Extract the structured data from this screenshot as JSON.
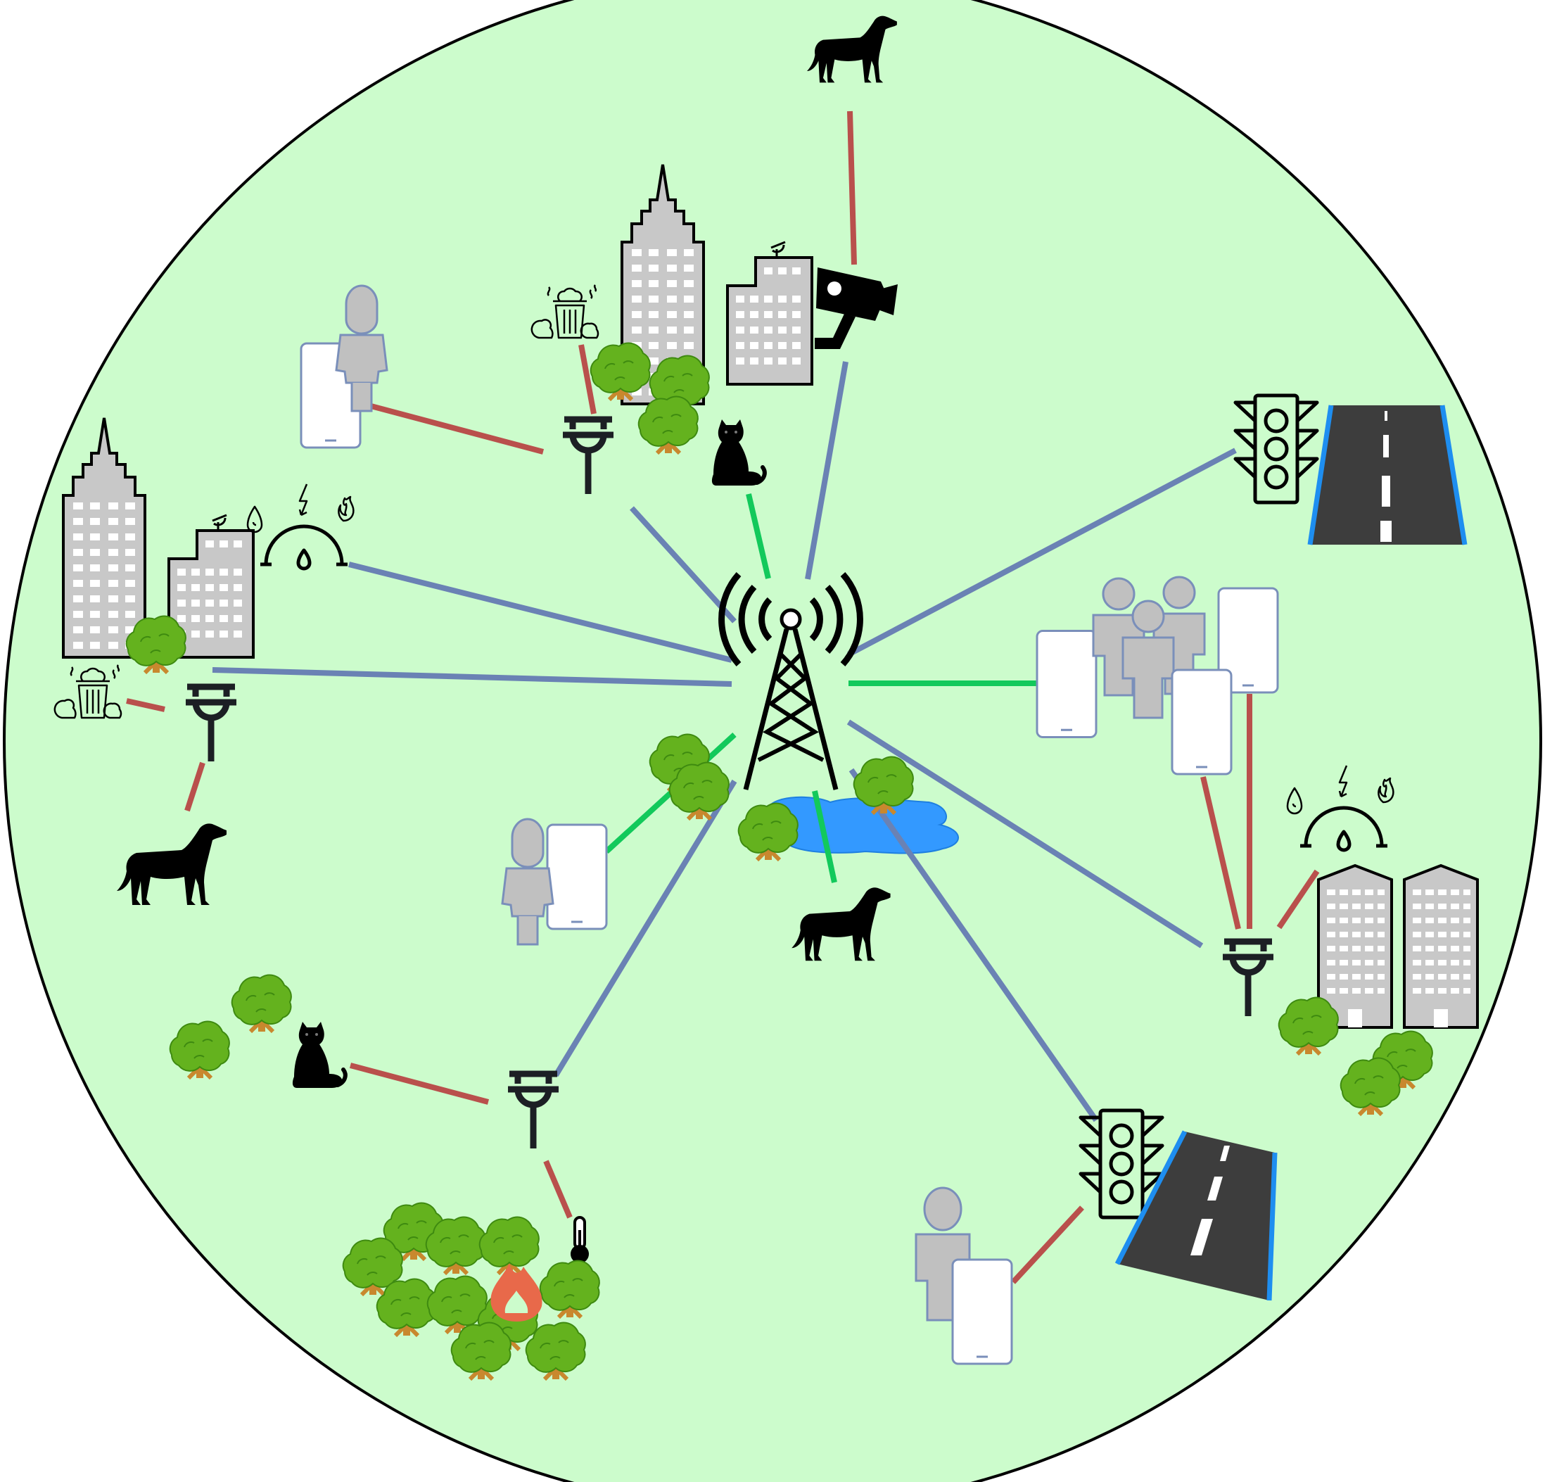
{
  "diagram": {
    "background_color": "#ccfccc",
    "border_color": "#000000",
    "link_colors": {
      "backhaul": "#6a82b4",
      "cellular": "#12c95b",
      "local": "#b9504c"
    },
    "icon_colors": {
      "building_fill": "#c8c8c8",
      "tree_green": "#64b21e",
      "trunk": "#c8882e",
      "water": "#3399ff",
      "fire": "#e8694a",
      "person_fill": "#c0c0c0",
      "person_stroke": "#7a8fba",
      "road": "#3d3d3d",
      "road_edge": "#1e8ef0"
    },
    "link_types": [
      "backhaul",
      "cellular",
      "local"
    ],
    "icon_names": [
      "cell-tower-icon",
      "gateway-icon",
      "skyscraper-icon",
      "office-building-icon",
      "tower-block-icon",
      "tree-icon",
      "dog-icon",
      "cat-icon",
      "cctv-camera-icon",
      "garbage-bin-icon",
      "utility-meter-icon",
      "traffic-light-icon",
      "road-icon",
      "smartphone-icon",
      "person-icon",
      "crowd-icon",
      "thermometer-icon",
      "fire-icon",
      "water-pond-icon"
    ]
  }
}
